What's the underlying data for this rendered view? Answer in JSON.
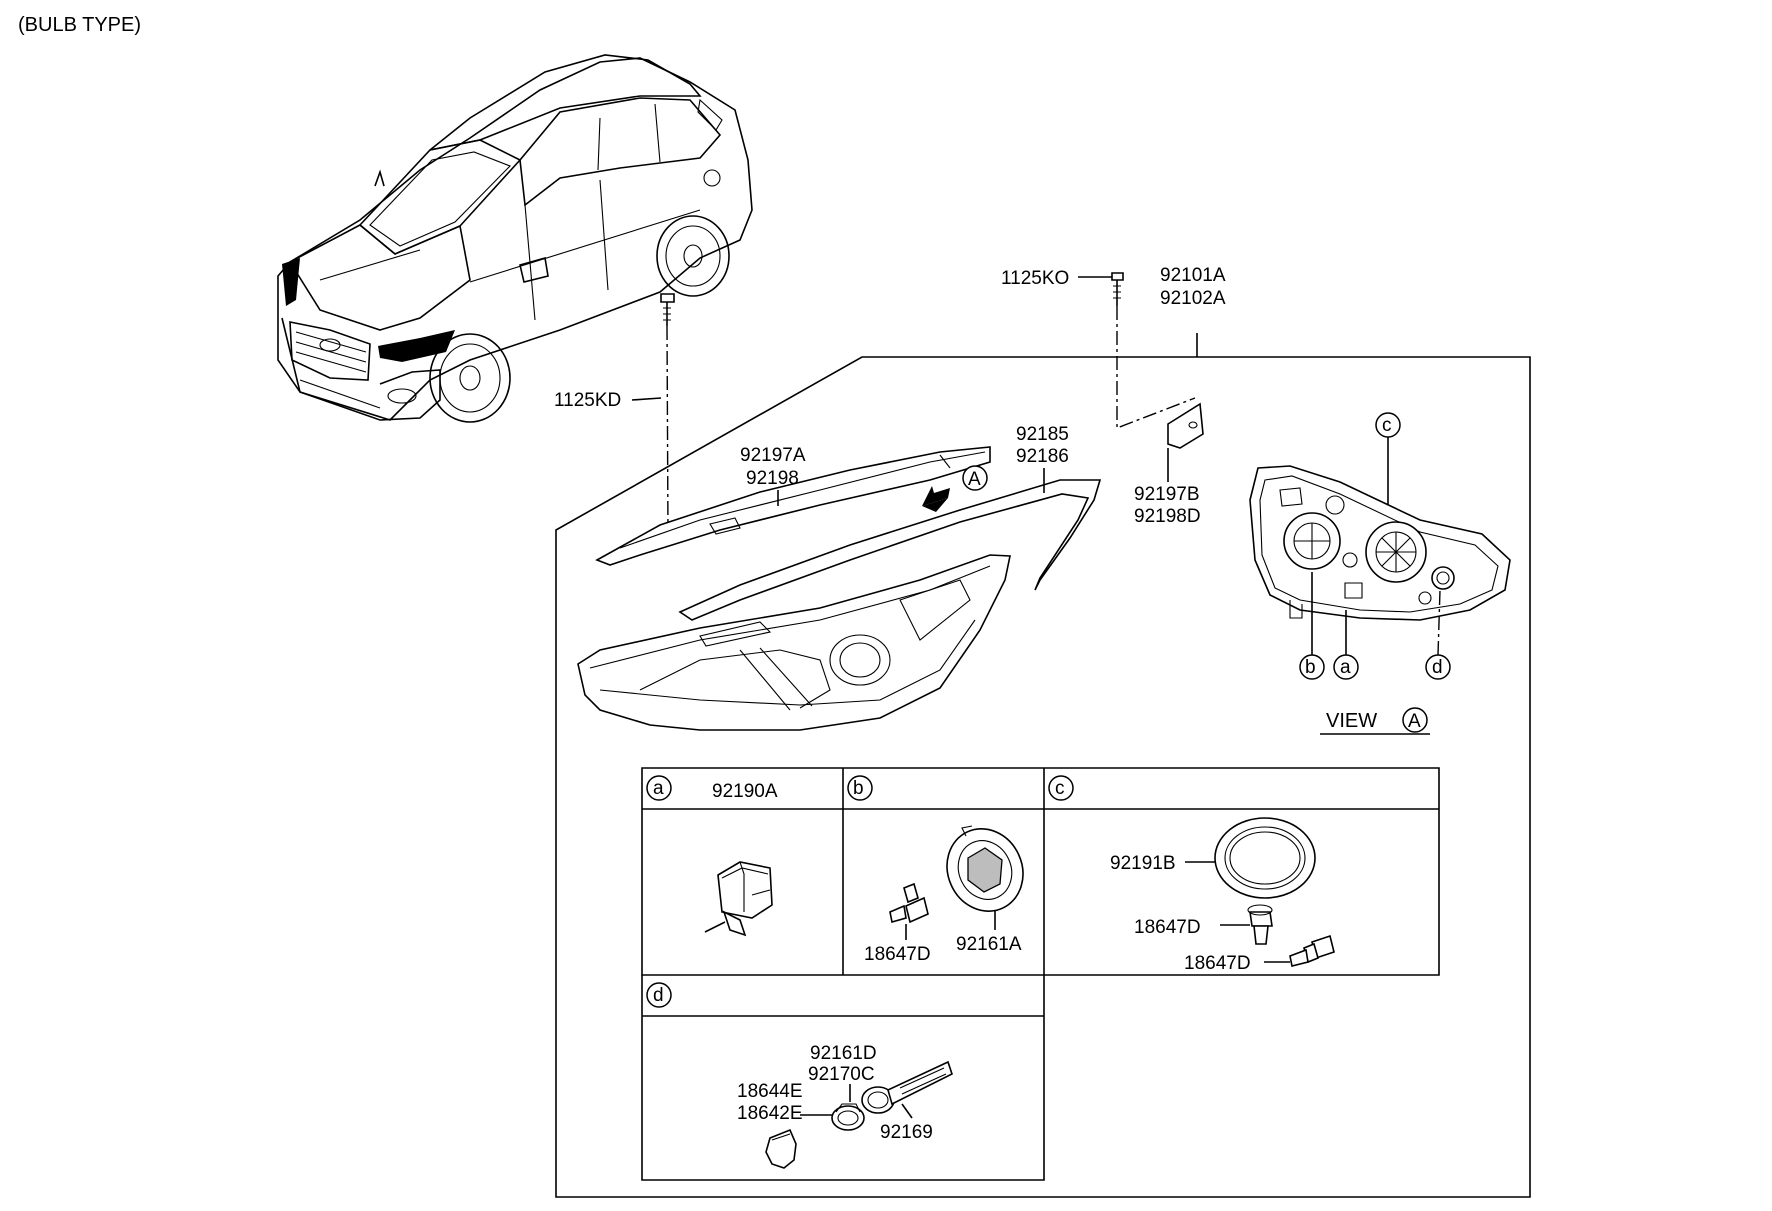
{
  "header": {
    "title": "(BULB TYPE)"
  },
  "callouts": {
    "c1125ko": "1125KO",
    "c92101a": "92101A",
    "c92102a": "92102A",
    "c1125kd": "1125KD",
    "c92197a": "92197A",
    "c92198": "92198",
    "c92185": "92185",
    "c92186": "92186",
    "c92197b": "92197B",
    "c92198d": "92198D",
    "arrow_marker": "A"
  },
  "view": {
    "title": "VIEW",
    "marker": "A",
    "markers": {
      "a": "a",
      "b": "b",
      "c": "c",
      "d": "d"
    }
  },
  "detail_table": {
    "a": {
      "key": "a",
      "part": "92190A"
    },
    "b": {
      "key": "b",
      "parts": {
        "bulb": "18647D",
        "cap": "92161A"
      }
    },
    "c": {
      "key": "c",
      "parts": {
        "ring": "92191B",
        "bulb1": "18647D",
        "bulb2": "18647D"
      }
    },
    "d": {
      "key": "d",
      "parts": {
        "socket1": "92161D",
        "socket2": "92170C",
        "bulb1": "18644E",
        "bulb2": "18642E",
        "harness": "92169"
      }
    }
  }
}
